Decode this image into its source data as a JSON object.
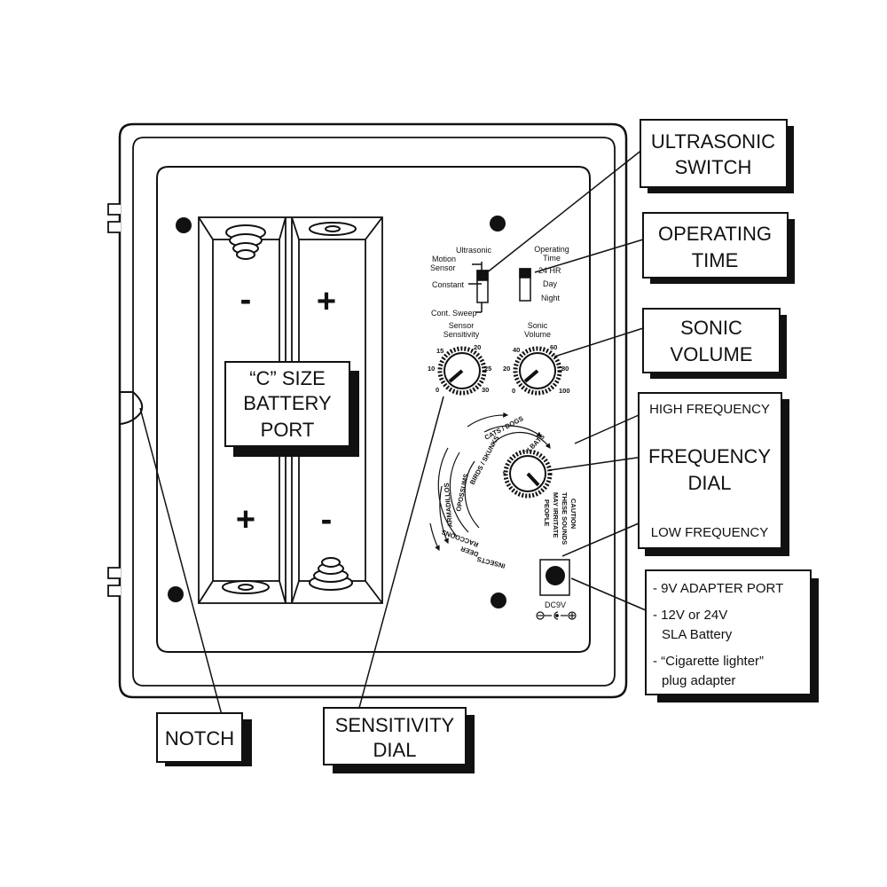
{
  "callouts": {
    "ultrasonic_switch": [
      "ULTRASONIC",
      "SWITCH"
    ],
    "operating_time": [
      "OPERATING",
      "TIME"
    ],
    "sonic_volume": [
      "SONIC",
      "VOLUME"
    ],
    "frequency_dial": [
      "FREQUENCY",
      "DIAL"
    ],
    "high_frequency": "HIGH FREQUENCY",
    "low_frequency": "LOW FREQUENCY",
    "battery_port": [
      "“C” SIZE",
      "BATTERY",
      "PORT"
    ],
    "notch": "NOTCH",
    "sensitivity_dial": [
      "SENSITIVITY",
      "DIAL"
    ],
    "power_options": [
      "- 9V ADAPTER PORT",
      "- 12V or 24V",
      "SLA Battery",
      "- “Cigarette lighter”",
      "plug adapter"
    ]
  },
  "battery": {
    "minus": "-",
    "plus": "+"
  },
  "panel": {
    "mode_switch": {
      "title": "Ultrasonic",
      "options": [
        "Motion Sensor",
        "Constant",
        "Cont. Sweep"
      ]
    },
    "operating_time": {
      "title": [
        "Operating",
        "Time"
      ],
      "options": [
        "24 HR",
        "Day",
        "Night"
      ]
    },
    "sensor_sensitivity": {
      "title": [
        "Sensor",
        "Sensitivity"
      ],
      "scale": [
        "0",
        "10",
        "15",
        "20",
        "25",
        "30"
      ]
    },
    "sonic_volume": {
      "title": [
        "Sonic",
        "Volume"
      ],
      "scale": [
        "0",
        "20",
        "40",
        "60",
        "80",
        "100"
      ]
    },
    "frequency_arcs": [
      "CATS / DOGS",
      "BIRDS / SKUNKS",
      "RODENTS / BATS",
      "OPOSSUMS",
      "ARMADILLOS",
      "RACCOONS",
      "DEER",
      "INSECTS"
    ],
    "caution": [
      "CAUTION",
      "THESE SOUNDS",
      "MAY IRRITATE",
      "PEOPLE"
    ],
    "dc_label": "DC9V"
  }
}
